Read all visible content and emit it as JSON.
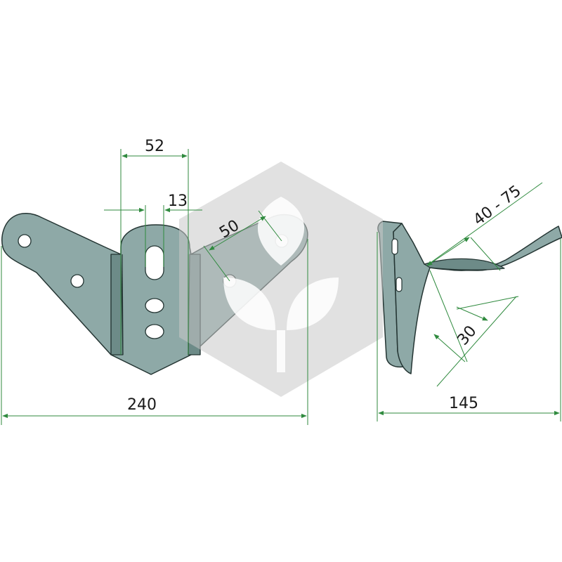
{
  "dimensions": {
    "width_label": "240",
    "hub_width_label": "52",
    "slot_width_label": "13",
    "hole_spacing_label": "50",
    "side_depth_label": "145",
    "blade_range_label": "40 - 75",
    "blade_thickness_label": "30"
  },
  "colors": {
    "part_fill": "#8ea9a7",
    "dimension_line": "#2f8a3e",
    "watermark": "#c8c8c8"
  },
  "watermark": {
    "icon": "leaf-hexagon-logo-icon"
  }
}
